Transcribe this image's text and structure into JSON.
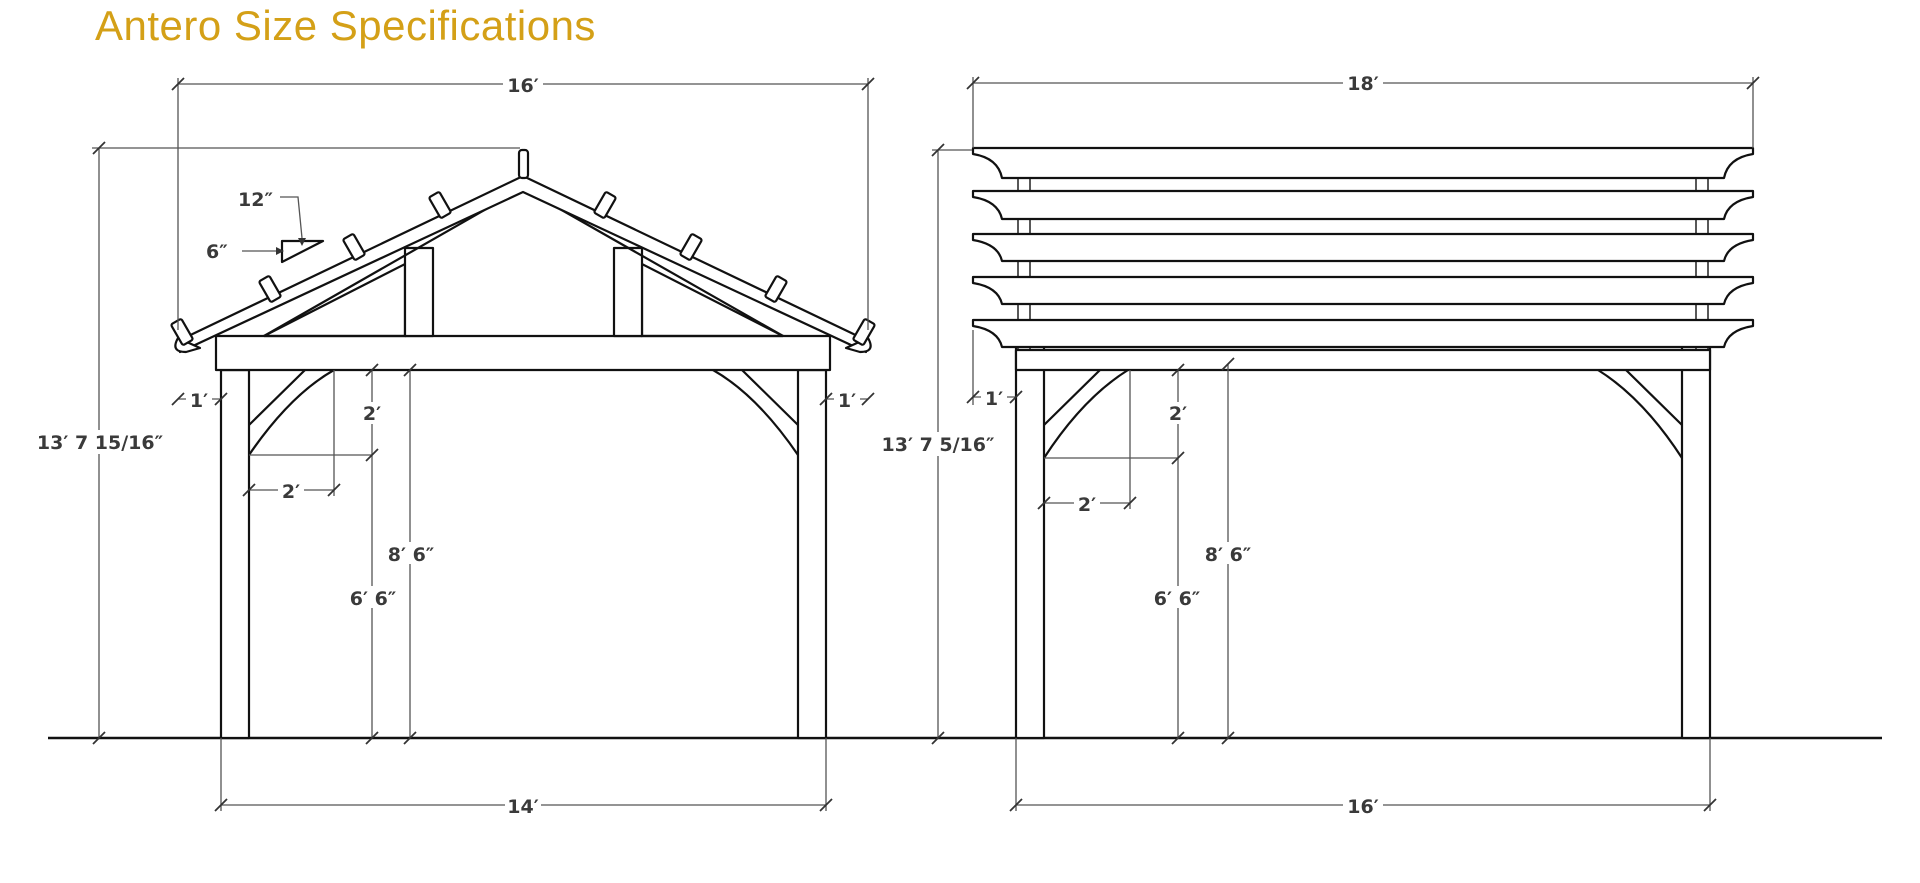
{
  "title": "Antero Size Specifications",
  "colors": {
    "title": "#d4a017",
    "lines": "#111111",
    "dimension_text": "#3a3a3a"
  },
  "side_view": {
    "overall_width": "16′",
    "overall_height": "13′ 7 15/16″",
    "pitch_run": "12″",
    "pitch_rise": "6″",
    "overhang_left": "1′",
    "overhang_right": "1′",
    "brace_height": "2′",
    "brace_width": "2′",
    "clearance_to_beam": "8′ 6″",
    "clearance_to_brace": "6′ 6″",
    "post_span": "14′"
  },
  "front_view": {
    "overall_width": "18′",
    "overall_height": "13′ 7 5/16″",
    "overhang": "1′",
    "brace_height": "2′",
    "brace_width": "2′",
    "clearance_to_beam": "8′ 6″",
    "clearance_to_brace": "6′ 6″",
    "post_span": "16′"
  }
}
